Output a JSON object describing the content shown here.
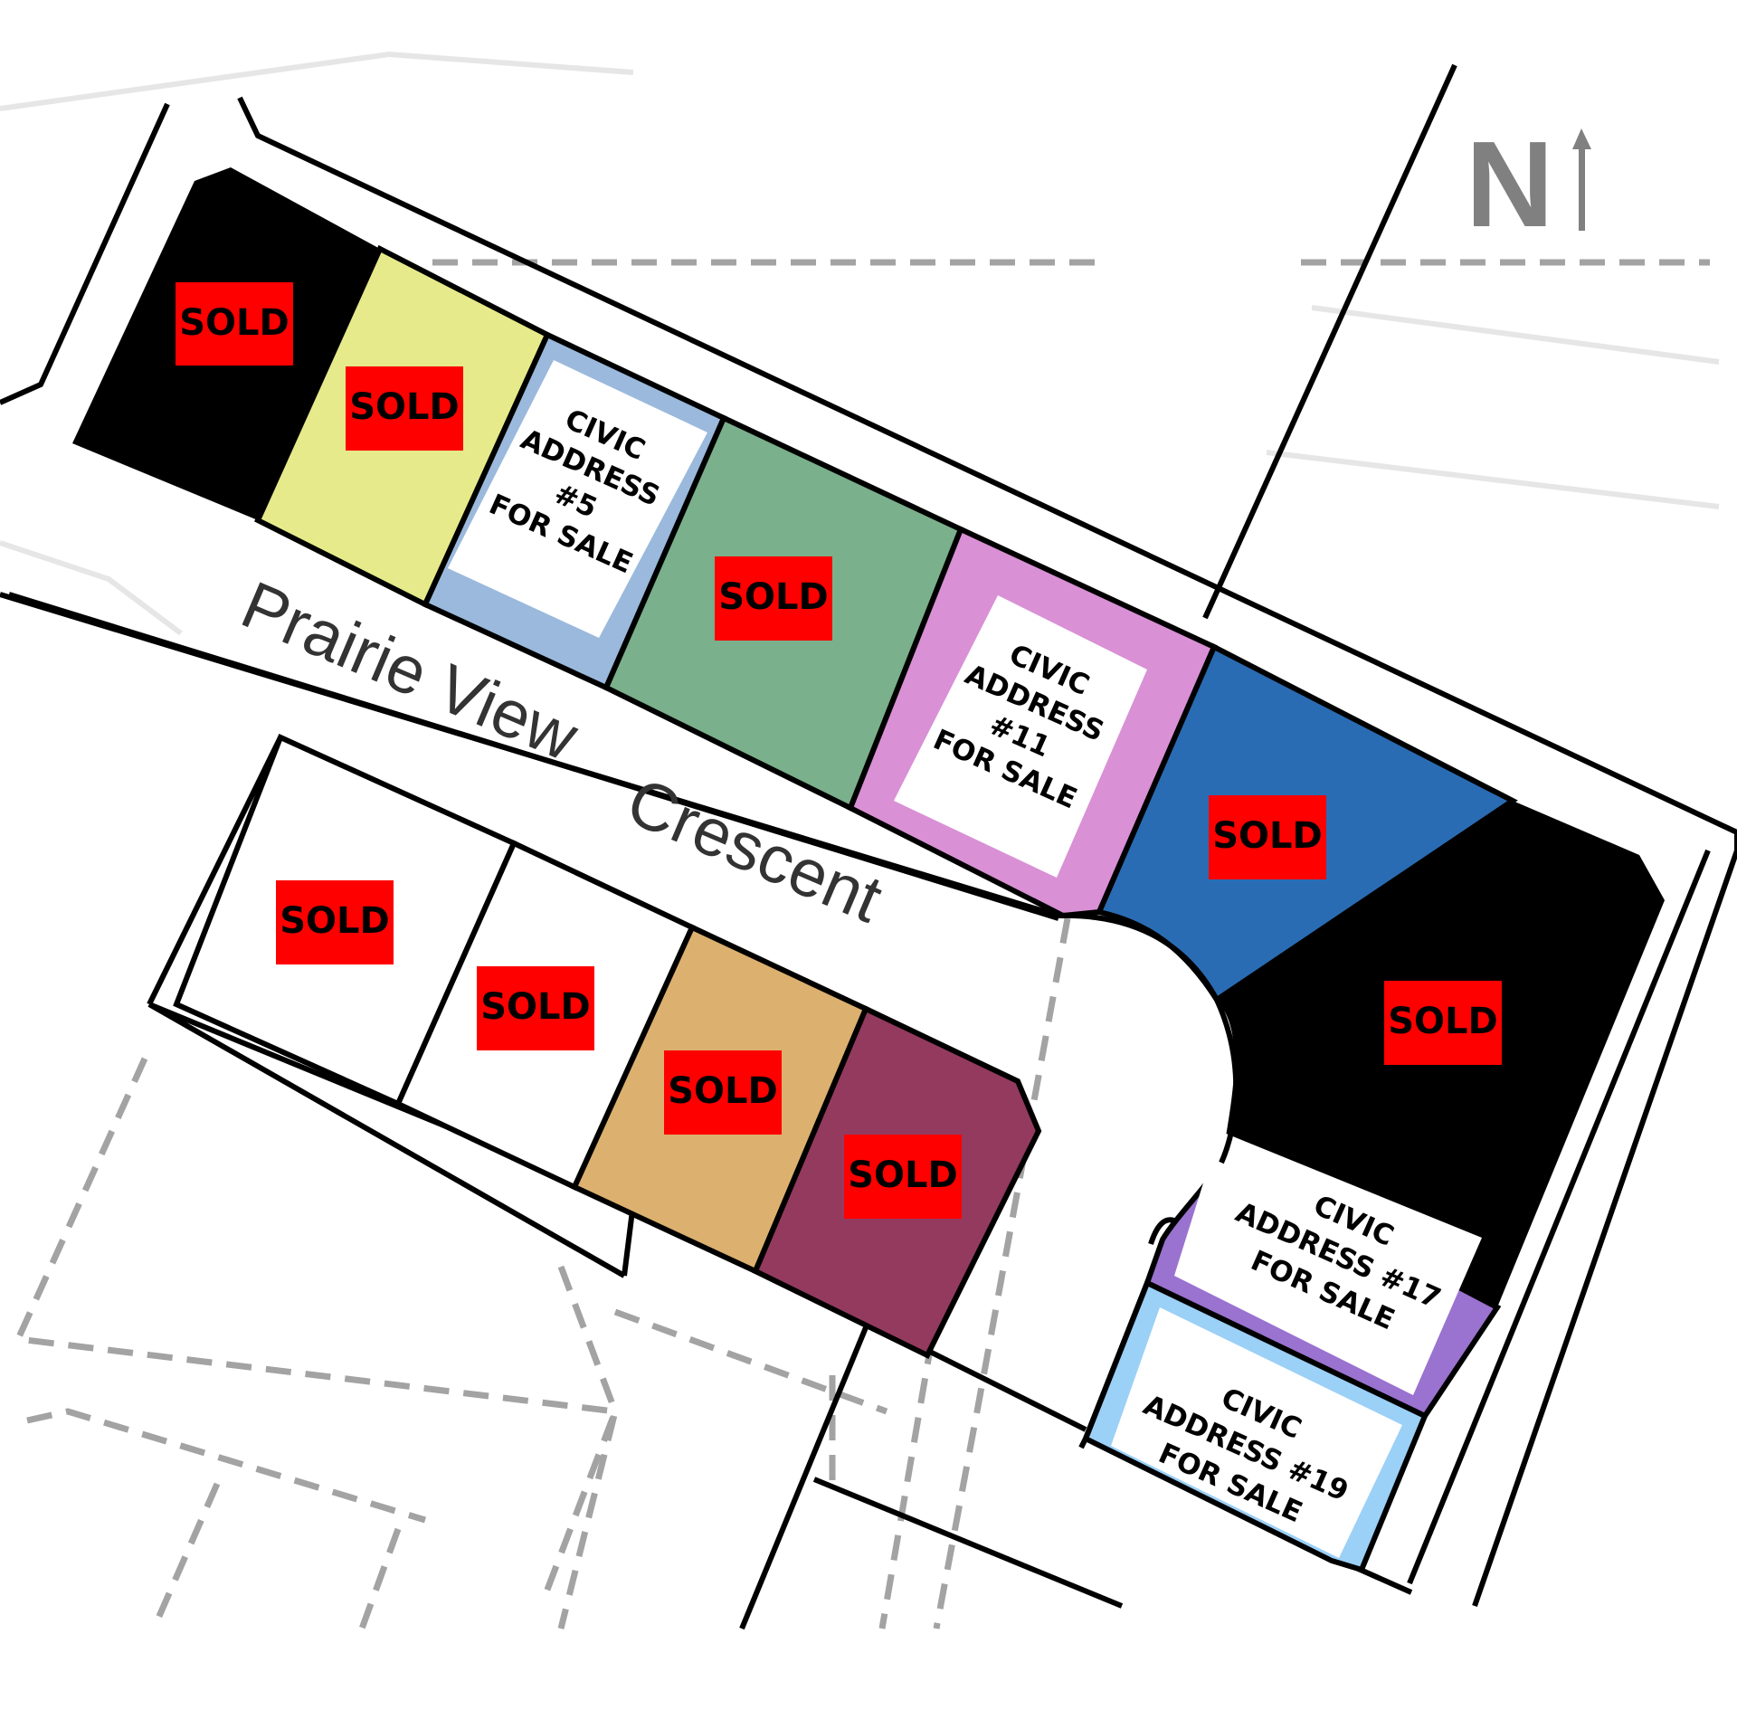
{
  "map": {
    "north_label": "N",
    "street": {
      "part1": "Prairie View",
      "part2": "Crescent"
    },
    "lots": [
      {
        "id": "lot-1",
        "color": "#000000",
        "status": "SOLD"
      },
      {
        "id": "lot-3",
        "color": "#e6ea8a",
        "status": "SOLD"
      },
      {
        "id": "lot-5",
        "color": "#9ab9dc",
        "lines": [
          "CIVIC",
          "ADDRESS",
          "#5",
          "FOR SALE"
        ]
      },
      {
        "id": "lot-7",
        "color": "#7ab08c",
        "status": "SOLD"
      },
      {
        "id": "lot-11",
        "color": "#d990d5",
        "lines": [
          "CIVIC",
          "ADDRESS",
          "#11",
          "FOR SALE"
        ]
      },
      {
        "id": "lot-13",
        "color": "#2a6cb3",
        "status": "SOLD"
      },
      {
        "id": "lot-15",
        "color": "#000000",
        "status": "SOLD"
      },
      {
        "id": "lot-17",
        "color": "#9a72cf",
        "lines": [
          "CIVIC",
          "ADDRESS #17",
          "FOR SALE"
        ]
      },
      {
        "id": "lot-19",
        "color": "#9bd0f7",
        "lines": [
          "CIVIC",
          "ADDRESS #19",
          "FOR SALE"
        ]
      },
      {
        "id": "lot-s1",
        "color": "#ffffff",
        "status": "SOLD"
      },
      {
        "id": "lot-s2",
        "color": "#ffffff",
        "status": "SOLD"
      },
      {
        "id": "lot-s3",
        "color": "#dcb06f",
        "status": "SOLD"
      },
      {
        "id": "lot-s4",
        "color": "#943a5f",
        "status": "SOLD"
      }
    ],
    "sold_label_color": "#ff0000"
  }
}
